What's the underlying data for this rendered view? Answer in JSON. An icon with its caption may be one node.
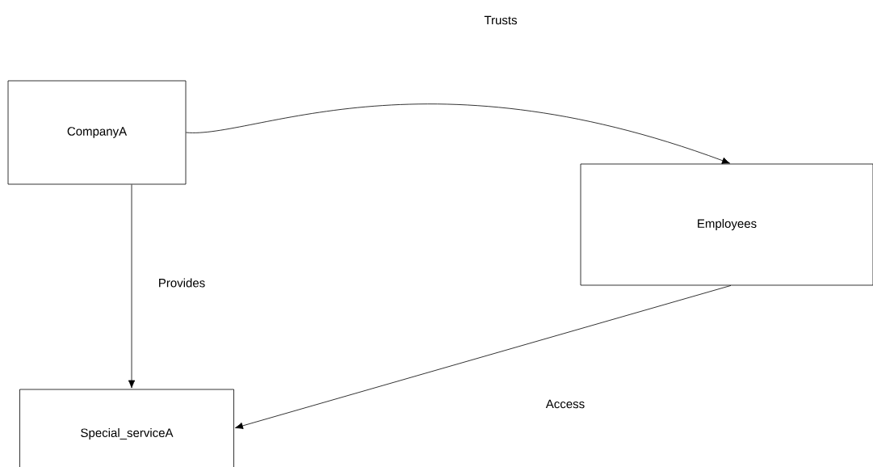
{
  "diagram": {
    "nodes": [
      {
        "text": [
          "CompanyA"
        ]
      },
      {
        "text": [
          "Employees"
        ]
      },
      {
        "text": [
          "Special_serviceA"
        ]
      }
    ],
    "edges": [
      {
        "from": 0,
        "to": 1,
        "arrow": "to"
      },
      {
        "from": 0,
        "to": 2,
        "arrow": "to",
        "label": "Provides"
      },
      {
        "from": 1,
        "to": 2,
        "arrow": "to",
        "label": "Access"
      }
    ],
    "labels": [
      "Trusts"
    ]
  }
}
